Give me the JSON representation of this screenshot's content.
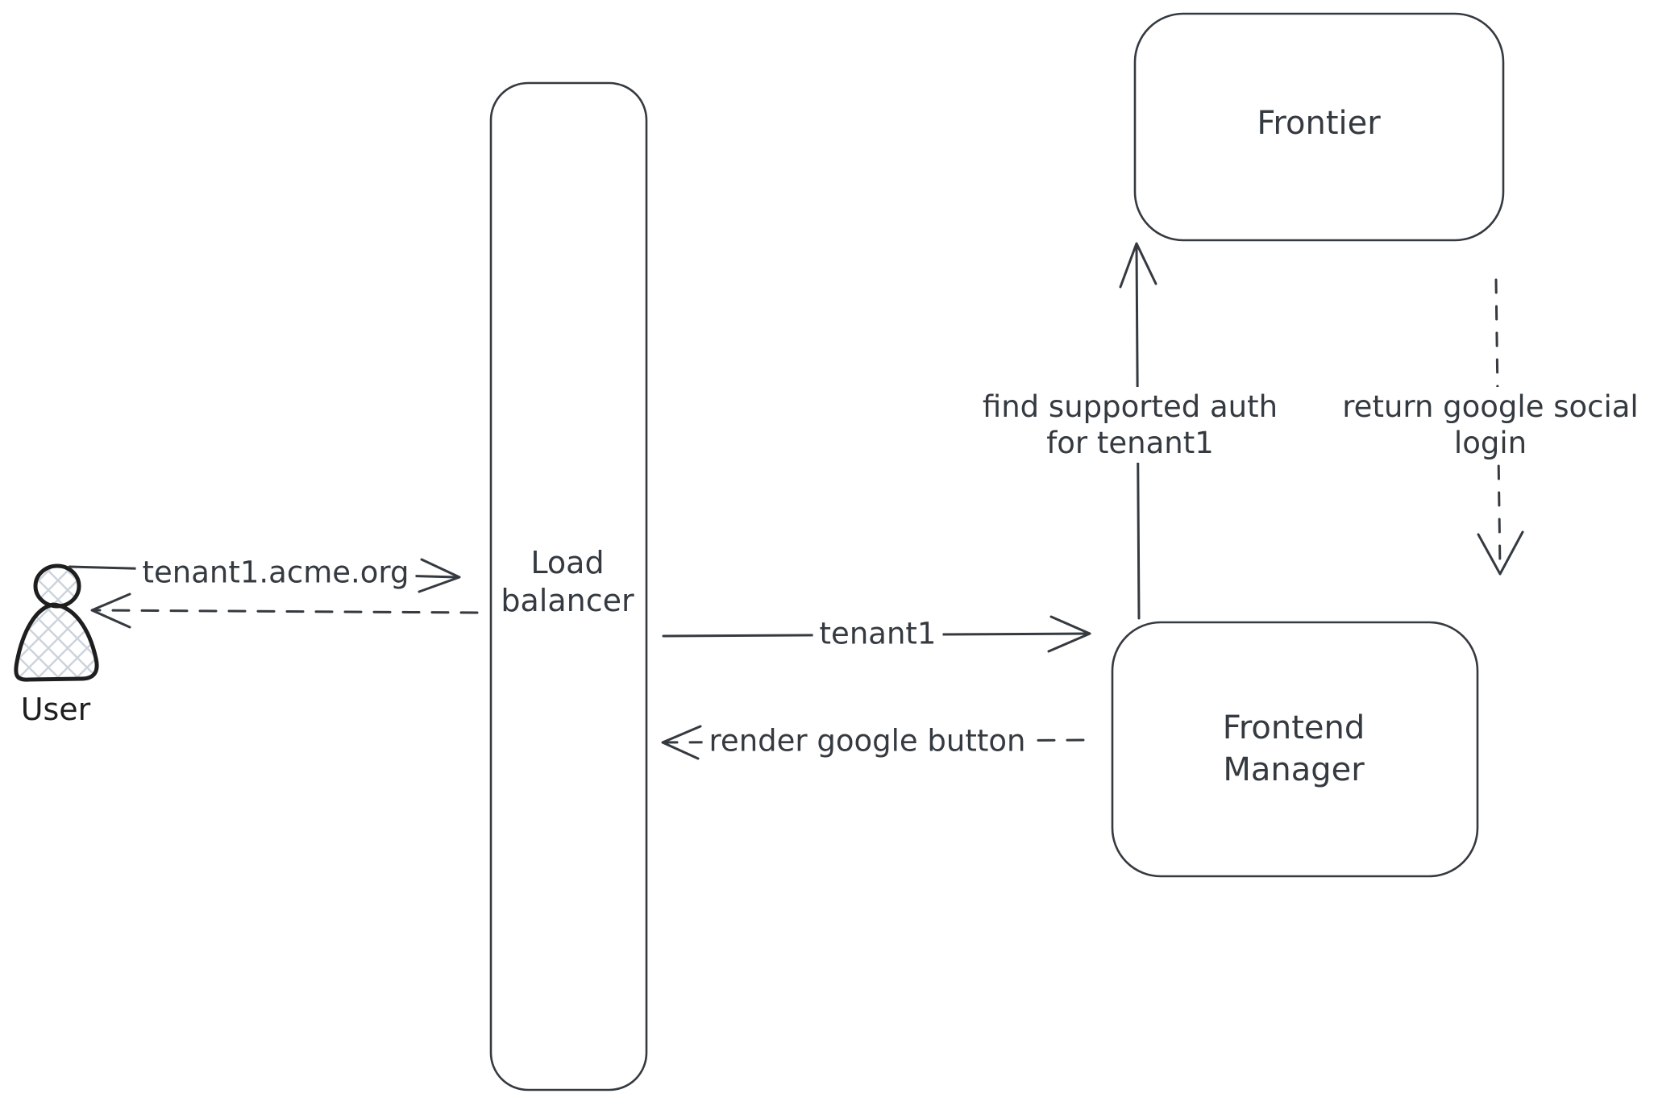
{
  "nodes": {
    "user": {
      "label": "User",
      "icon": "person-icon"
    },
    "load_balancer": {
      "lines": [
        "Load",
        "balancer"
      ]
    },
    "frontier": {
      "label": "Frontier"
    },
    "frontend_manager": {
      "lines": [
        "Frontend",
        "Manager"
      ]
    }
  },
  "edges": {
    "user_to_load_balancer": {
      "label": "tenant1.acme.org",
      "type": "solid-arrow"
    },
    "load_balancer_to_user": {
      "type": "dashed-arrow"
    },
    "load_balancer_to_frontend_manager": {
      "label": "tenant1",
      "type": "solid-arrow"
    },
    "frontend_manager_to_load_balancer": {
      "label": "render google button",
      "type": "dashed-arrow"
    },
    "frontend_manager_to_frontier": {
      "lines": [
        "find supported auth",
        "for tenant1"
      ],
      "type": "solid-arrow"
    },
    "frontier_to_frontend_manager": {
      "lines": [
        "return google social",
        "login"
      ],
      "type": "dashed-arrow"
    }
  },
  "colors": {
    "stroke": "#343a40",
    "actor_stroke": "#1e1e1e",
    "hatch_fill": "#ccd3db",
    "background": "#ffffff"
  }
}
